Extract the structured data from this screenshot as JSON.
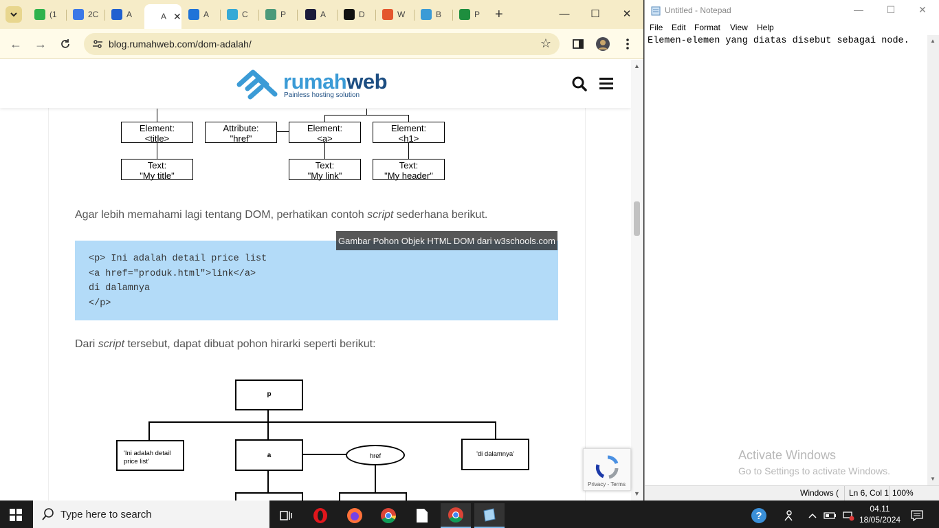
{
  "browser": {
    "tabs": [
      {
        "title": "(1",
        "color": "#2fb24c"
      },
      {
        "title": "2C",
        "color": "#3b78e7"
      },
      {
        "title": "A",
        "color": "#2060d0"
      },
      {
        "title": "A",
        "color": "#ffffff",
        "active": true
      },
      {
        "title": "A",
        "color": "#1f73d8"
      },
      {
        "title": "C",
        "color": "#35a9d6"
      },
      {
        "title": "P",
        "color": "#4c9a7a"
      },
      {
        "title": "A",
        "color": "#1b1b3a"
      },
      {
        "title": "D",
        "color": "#111111"
      },
      {
        "title": "W",
        "color": "#e4572e"
      },
      {
        "title": "B",
        "color": "#3b9bd6"
      },
      {
        "title": "P",
        "color": "#1e8e3e"
      }
    ],
    "url": "blog.rumahweb.com/dom-adalah/"
  },
  "site": {
    "logo_main": "rumah",
    "logo_accent": "web",
    "tagline": "Painless hosting solution"
  },
  "article": {
    "caption": "Gambar Pohon Objek HTML DOM dari w3schools.com",
    "para1_a": "Agar lebih memahami  lagi tentang DOM, perhatikan contoh ",
    "para1_em": "script",
    "para1_b": " sederhana berikut.",
    "code_lines": [
      "<p> Ini adalah detail price list",
      "<a href=\"produk.html\">link</a>",
      "di dalamnya",
      "</p>"
    ],
    "para2_a": "Dari ",
    "para2_em": "script",
    "para2_b": " tersebut, dapat dibuat pohon hirarki seperti berikut:",
    "top_tree": {
      "title_el": [
        "Element:",
        "<title>"
      ],
      "attr": [
        "Attribute:",
        "\"href\""
      ],
      "a_el": [
        "Element:",
        "<a>"
      ],
      "h1_el": [
        "Element:",
        "<h1>"
      ],
      "title_text": [
        "Text:",
        "\"My title\""
      ],
      "link_text": [
        "Text:",
        "\"My link\""
      ],
      "header_text": [
        "Text:",
        "\"My header\""
      ]
    },
    "bottom_tree": {
      "p": "p",
      "text1": [
        "'Ini adalah detail",
        "price list'"
      ],
      "a": "a",
      "href": "href",
      "text2": "'di dalamnya'"
    }
  },
  "recaptcha": {
    "links": "Privacy - Terms"
  },
  "notepad": {
    "title": "Untitled - Notepad",
    "menu": [
      "File",
      "Edit",
      "Format",
      "View",
      "Help"
    ],
    "text": "Elemen-elemen yang diatas disebut sebagai node.",
    "status_enc": "Windows (",
    "status_pos": "Ln 6, Col 1",
    "status_zoom": "100%",
    "activate_1": "Activate Windows",
    "activate_2": "Go to Settings to activate Windows."
  },
  "taskbar": {
    "search_placeholder": "Type here to search",
    "time": "04.11",
    "date": "18/05/2024"
  }
}
